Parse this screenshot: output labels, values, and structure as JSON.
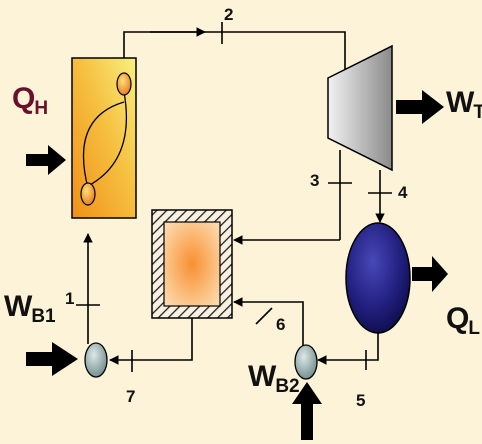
{
  "labels": {
    "heat_in": "Q",
    "heat_in_sub": "H",
    "work_turbine": "W",
    "work_turbine_sub": "T",
    "heat_out": "Q",
    "heat_out_sub": "L",
    "work_pump1": "W",
    "work_pump1_sub": "B1",
    "work_pump2": "W",
    "work_pump2_sub": "B2"
  },
  "states": [
    "1",
    "2",
    "3",
    "4",
    "5",
    "6",
    "7"
  ],
  "colors": {
    "background": "#fdf3d8",
    "boiler_hot": "#f4a020",
    "boiler_cold": "#f8ee70",
    "heat_in_label": "#6b0f2b",
    "turbine": "#c8c8c8",
    "condenser": "#1c1a6b",
    "regenerator": "#f8a050",
    "pump": "#7a9292"
  }
}
